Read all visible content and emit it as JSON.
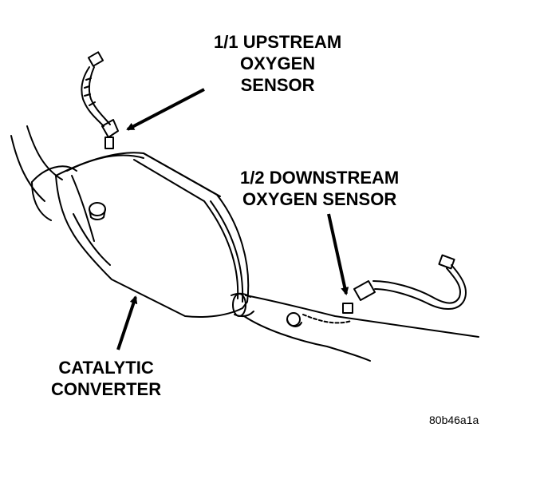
{
  "labels": {
    "upstream_sensor": [
      "1/1 UPSTREAM",
      "OXYGEN",
      "SENSOR"
    ],
    "downstream_sensor": [
      "1/2 DOWNSTREAM",
      "OXYGEN SENSOR"
    ],
    "catalytic_converter": [
      "CATALYTIC",
      "CONVERTER"
    ]
  },
  "figure_id": "80b46a1a",
  "colors": {
    "ink": "#000000",
    "paper": "#ffffff"
  }
}
